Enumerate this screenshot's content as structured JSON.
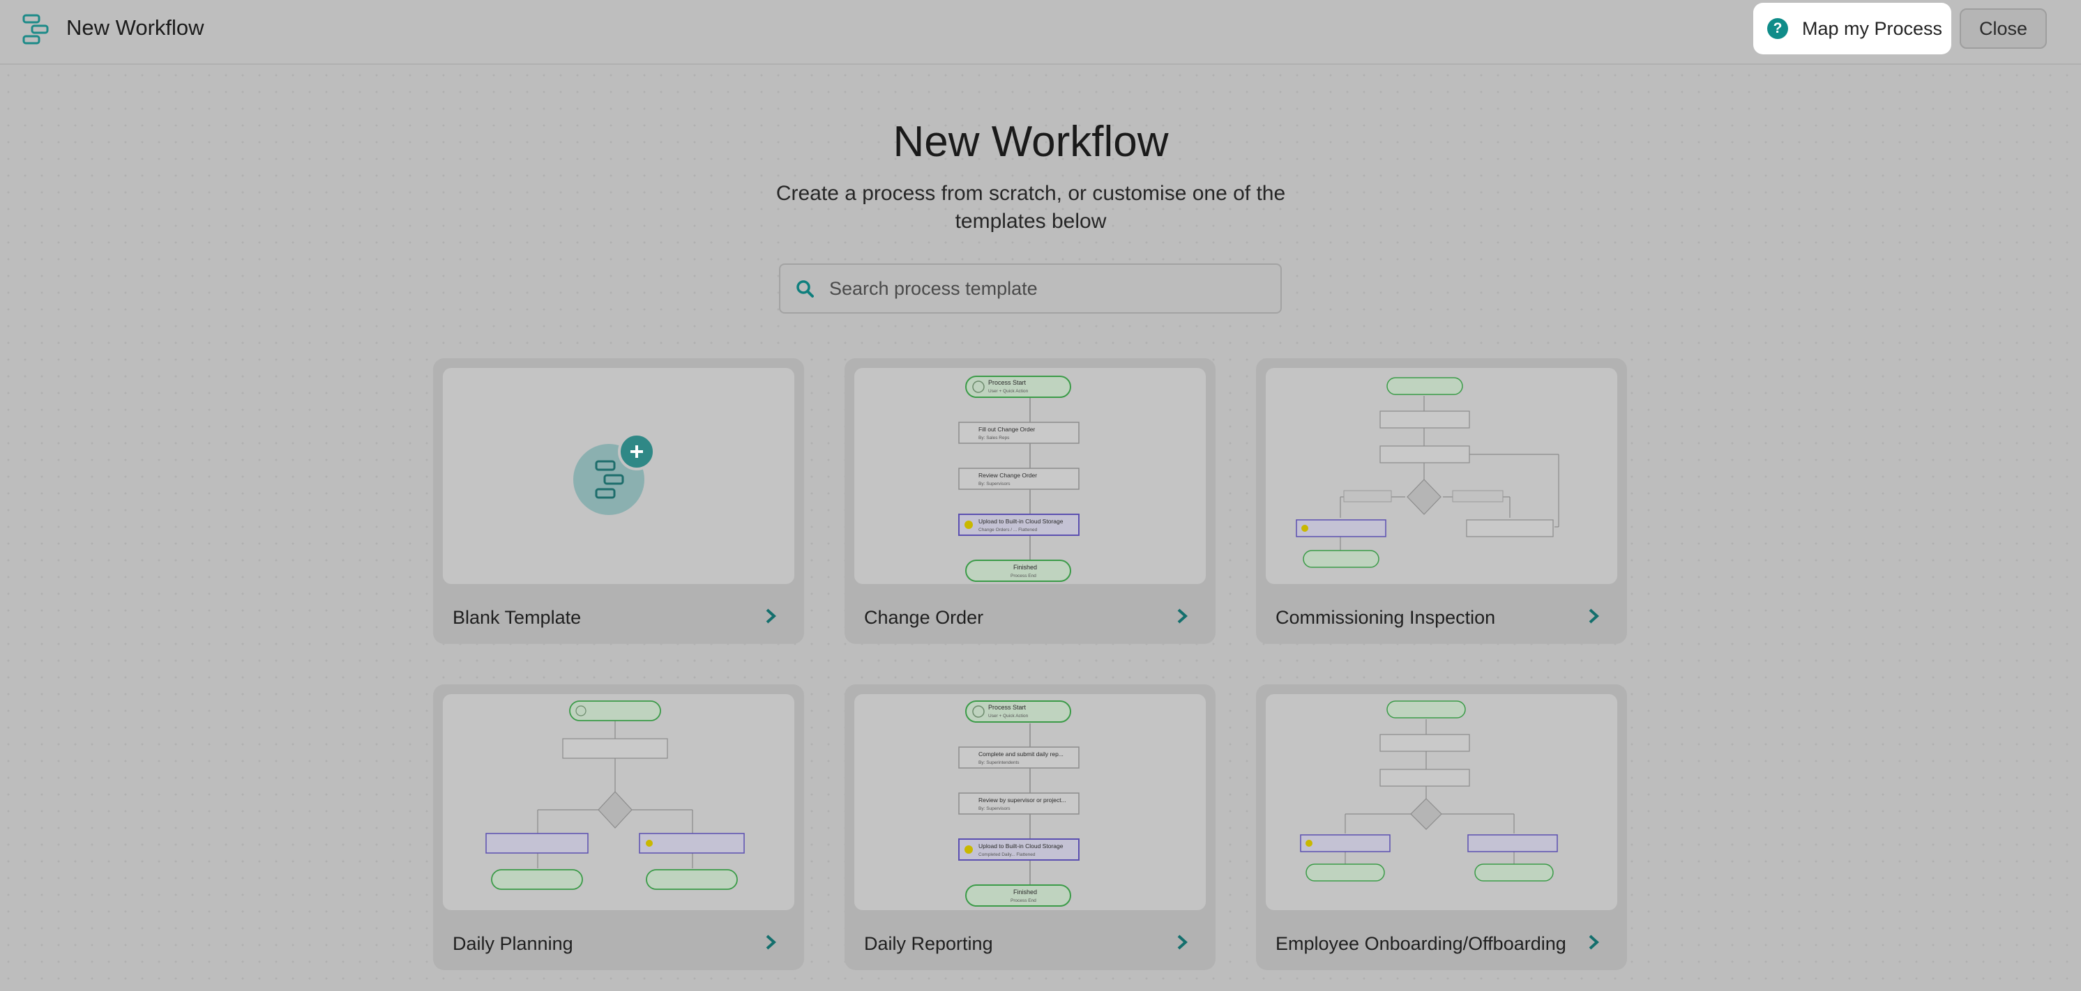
{
  "header": {
    "title": "New Workflow",
    "map_label": "Map my Process",
    "close_label": "Close"
  },
  "main": {
    "heading": "New Workflow",
    "subtitle": "Create a process from scratch, or customise one of the templates below",
    "search_placeholder": "Search process template"
  },
  "templates": [
    {
      "title": "Blank Template"
    },
    {
      "title": "Change Order"
    },
    {
      "title": "Commissioning Inspection"
    },
    {
      "title": "Daily Planning"
    },
    {
      "title": "Daily Reporting"
    },
    {
      "title": "Employee Onboarding/Offboarding"
    }
  ],
  "flows": {
    "process_start": "Process Start",
    "finished": "Finished",
    "change_order": {
      "start_sub": "User + Quick Action",
      "step1": "Fill out Change Order",
      "step1_sub": "By: Sales Reps",
      "step2": "Review Change Order",
      "step2_sub": "By: Supervisors",
      "step3": "Upload to Built-in Cloud Storage",
      "step3_sub": "Change Orders / ... Flattened",
      "end_sub": "Process End"
    },
    "daily_reporting": {
      "start_sub": "User + Quick Action",
      "step1": "Complete and submit daily rep...",
      "step1_sub": "By: Superintendents",
      "step2": "Review by supervisor or project...",
      "step2_sub": "By: Supervisors",
      "step3": "Upload to Built-in Cloud Storage",
      "step3_sub": "Completed Daily... Flattened",
      "end_sub": "Process End"
    }
  },
  "colors": {
    "accent": "#0f8c89",
    "start_node": "#2e9a3e",
    "upload_node": "#5b4fb0"
  }
}
